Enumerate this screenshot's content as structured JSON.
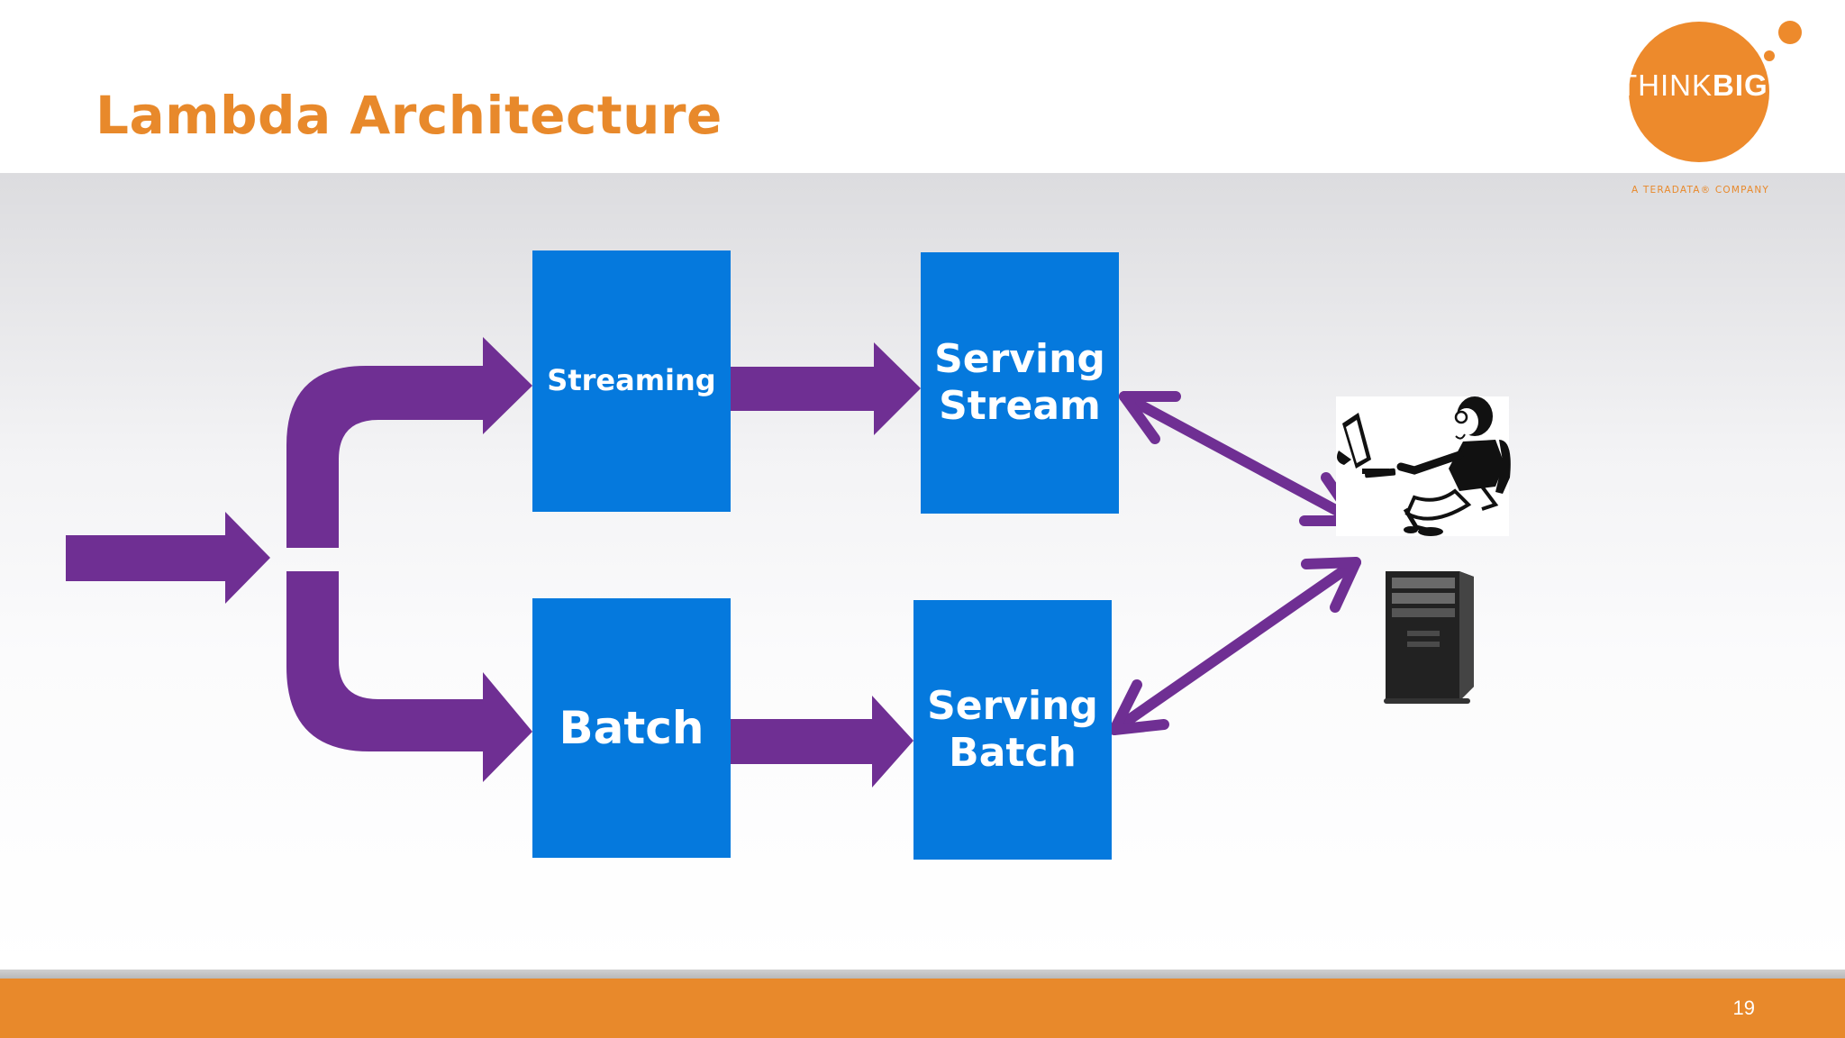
{
  "slide": {
    "title": "Lambda Architecture",
    "page_number": "19"
  },
  "logo": {
    "wordmark_think": "THINK",
    "wordmark_big": "BIG",
    "tagline": "A TERADATA® COMPANY"
  },
  "diagram": {
    "boxes": {
      "streaming": "Streaming",
      "serving_stream": "Serving\nStream",
      "batch": "Batch",
      "serving_batch": "Serving\nBatch"
    },
    "icons": [
      "user-at-computer-icon",
      "server-tower-icon"
    ]
  },
  "colors": {
    "accent_orange": "#e8892b",
    "box_blue": "#0579dd",
    "arrow_purple": "#6f2f93"
  }
}
